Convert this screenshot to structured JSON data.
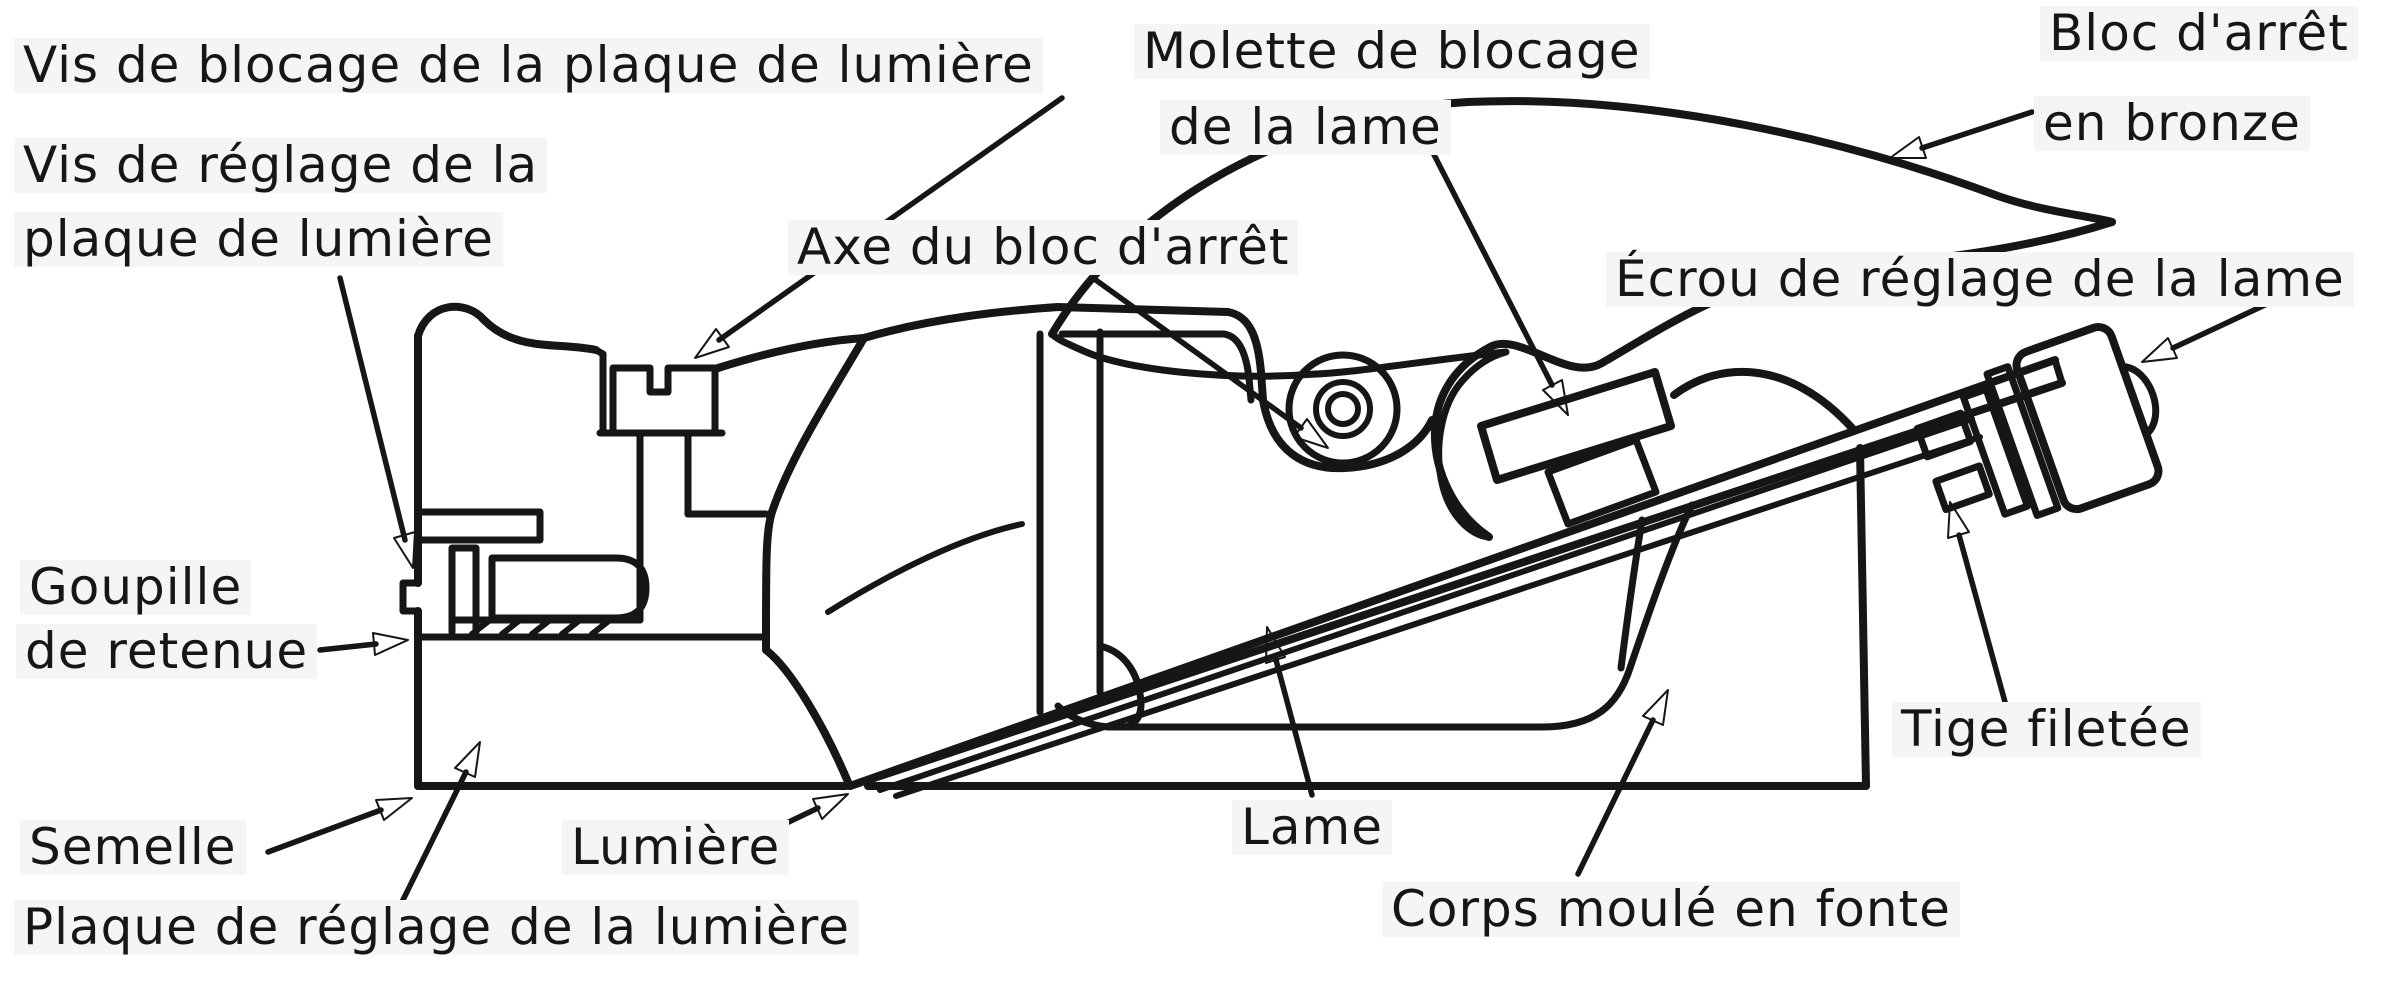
{
  "colors": {
    "ink": "#161616",
    "background": "#ffffff",
    "label_background": "#f5f5f5"
  },
  "labels": {
    "vis_blocage": "Vis de blocage de la plaque de lumière",
    "vis_reglage_l1": "Vis de réglage de la",
    "vis_reglage_l2": "plaque de lumière",
    "axe_bloc_arret": "Axe du bloc d'arrêt",
    "molette_l1": "Molette de blocage",
    "molette_l2": "de la lame",
    "bloc_arret_l1": "Bloc d'arrêt",
    "bloc_arret_l2": "en bronze",
    "ecrou_reglage": "Écrou de réglage de la lame",
    "goupille_l1": "Goupille",
    "goupille_l2": "de retenue",
    "semelle": "Semelle",
    "plaque_reglage": "Plaque de réglage de la lumière",
    "lumiere": "Lumière",
    "lame": "Lame",
    "corps": "Corps moulé en fonte",
    "tige_filetee": "Tige filetée"
  }
}
